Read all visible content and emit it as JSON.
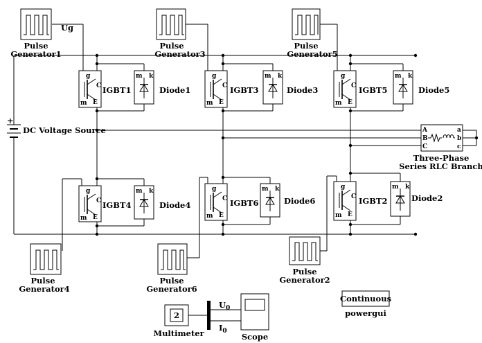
{
  "diagram": {
    "pulse_generators": [
      {
        "id": "pg1",
        "label_line1": "Pulse",
        "label_line2": "Generator1"
      },
      {
        "id": "pg3",
        "label_line1": "Pulse",
        "label_line2": "Generator3"
      },
      {
        "id": "pg5",
        "label_line1": "Pulse",
        "label_line2": "Generator5"
      },
      {
        "id": "pg4",
        "label_line1": "Pulse",
        "label_line2": "Generator4"
      },
      {
        "id": "pg6",
        "label_line1": "Pulse",
        "label_line2": "Generator6"
      },
      {
        "id": "pg2",
        "label_line1": "Pulse",
        "label_line2": "Generator2"
      }
    ],
    "ug_label": "Ug",
    "igbts": [
      "IGBT1",
      "IGBT3",
      "IGBT5",
      "IGBT4",
      "IGBT6",
      "IGBT2"
    ],
    "diodes": [
      "Diode1",
      "Diode3",
      "Diode5",
      "Diode4",
      "Diode6",
      "Diode2"
    ],
    "dc_source_label": "DC Voltage Source",
    "dc_plus": "+",
    "load": {
      "line1": "Three-Phase",
      "line2": "Series RLC Branch",
      "ports_left": [
        "A",
        "B",
        "C"
      ],
      "ports_right": [
        "a",
        "b",
        "c"
      ]
    },
    "multimeter": {
      "label": "Multimeter",
      "value": "2"
    },
    "scope_label": "Scope",
    "signal_u": "U",
    "signal_i": "I",
    "signal_sub": "0",
    "powergui": {
      "mode": "Continuous",
      "label": "powergui"
    },
    "port_g": "g",
    "port_m": "m",
    "port_c": "C",
    "port_e": "E",
    "port_k": "k"
  }
}
